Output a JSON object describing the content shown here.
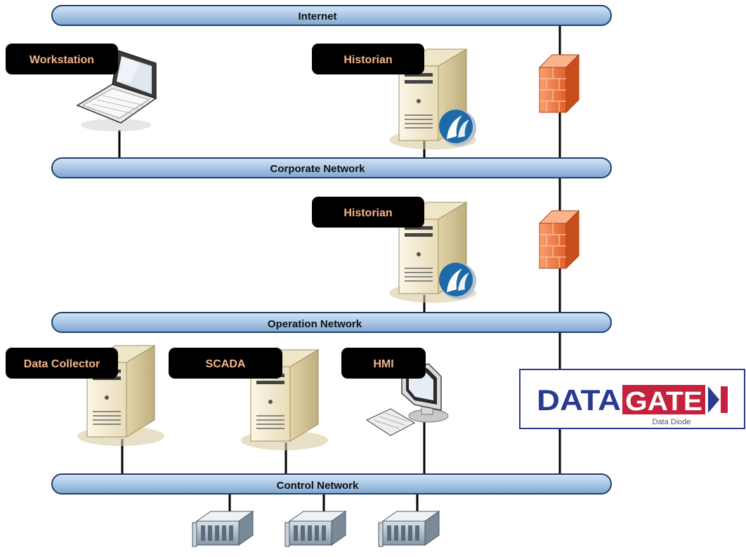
{
  "networks": {
    "internet": "Internet",
    "corporate": "Corporate Network",
    "operation": "Operation Network",
    "control": "Control Network"
  },
  "devices": {
    "workstation": "Workstation",
    "historian_corporate": "Historian",
    "historian_operation": "Historian",
    "data_collector": "Data Collector",
    "scada": "SCADA",
    "hmi": "HMI"
  },
  "logo": {
    "word1": "DATA",
    "word2": "GATE",
    "tagline": "Data Diode"
  },
  "colors": {
    "bus_fill": "#a9c7e6",
    "bus_stroke": "#1f3f6b",
    "tag_bg": "#000000",
    "tag_text": "#f2b58a",
    "firewall": "#f07a3a",
    "logo_blue": "#2b3990",
    "logo_red": "#c4213c"
  }
}
